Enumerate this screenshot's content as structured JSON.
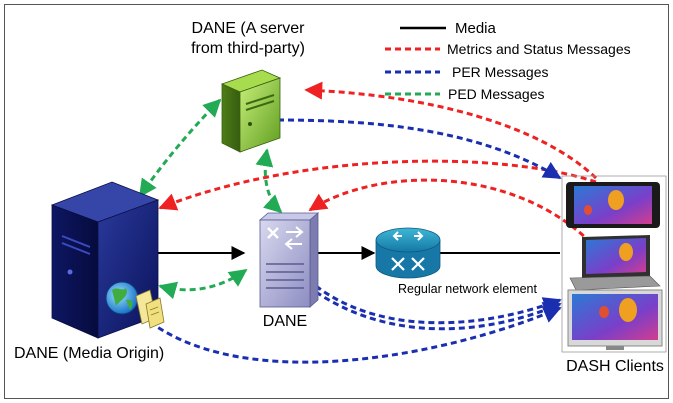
{
  "legend": {
    "items": [
      {
        "label": "Media",
        "color": "#000000",
        "style": "solid"
      },
      {
        "label": "Metrics and Status Messages",
        "color": "#ee2222",
        "style": "dashed"
      },
      {
        "label": "PER Messages",
        "color": "#1a2fb0",
        "style": "dashed"
      },
      {
        "label": "PED Messages",
        "color": "#22aa55",
        "style": "dashed"
      }
    ]
  },
  "nodes": {
    "third_party_dane": {
      "label_line1": "DANE (A server",
      "label_line2": "from third-party)",
      "icon": "server-green-icon"
    },
    "media_origin": {
      "label": "DANE (Media Origin)",
      "icon": "server-blue-icon"
    },
    "dane_switch": {
      "label": "DANE",
      "icon": "network-switch-icon"
    },
    "router": {
      "label": "Regular network element",
      "icon": "router-icon"
    },
    "clients": {
      "label": "DASH Clients",
      "devices": [
        "tablet-icon",
        "laptop-icon",
        "monitor-icon"
      ]
    }
  },
  "colors": {
    "media": "#000000",
    "metrics": "#ee2222",
    "per": "#1a2fb0",
    "ped": "#22aa55"
  }
}
